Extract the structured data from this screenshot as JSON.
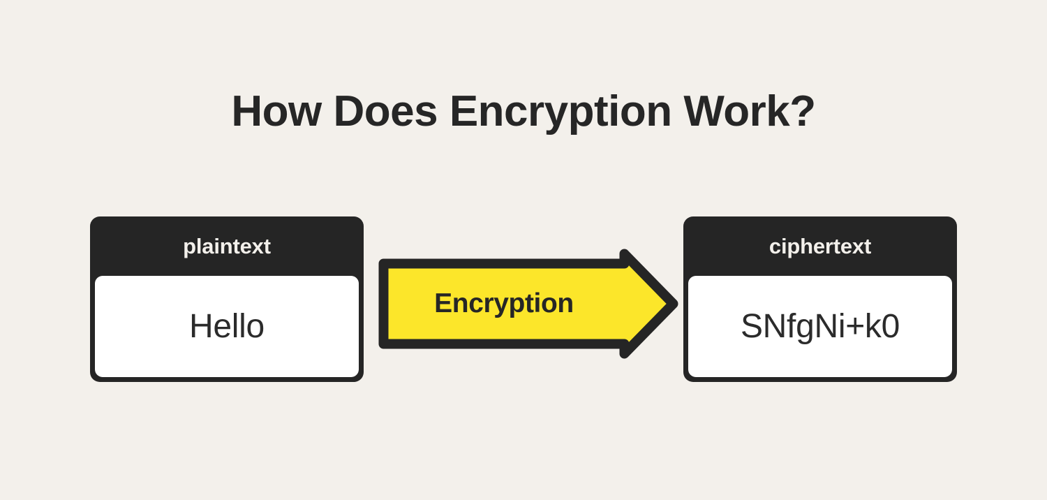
{
  "page": {
    "title": "How Does Encryption Work?",
    "background_color": "#f3f0eb"
  },
  "colors": {
    "background": "#f3f0eb",
    "dark": "#252525",
    "accent_yellow": "#fce62a",
    "panel_white": "#ffffff",
    "header_text": "#f3f0eb",
    "body_text": "#2b2b2b"
  },
  "diagram": {
    "type": "flow",
    "nodes": [
      {
        "id": "plaintext",
        "header": "plaintext",
        "value": "Hello"
      },
      {
        "id": "ciphertext",
        "header": "ciphertext",
        "value": "SNfgNi+k0"
      }
    ],
    "connector": {
      "id": "encryption-arrow",
      "label": "Encryption",
      "direction": "right",
      "fill": "#fce62a",
      "stroke": "#252525"
    }
  }
}
